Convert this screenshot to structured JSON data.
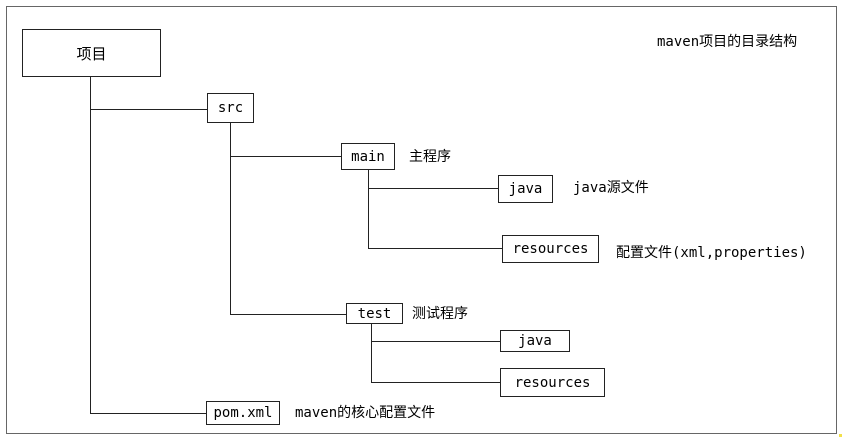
{
  "title": "maven项目的目录结构",
  "nodes": {
    "project": "项目",
    "src": "src",
    "main": "main",
    "main_java": "java",
    "main_resources": "resources",
    "test": "test",
    "test_java": "java",
    "test_resources": "resources",
    "pom": "pom.xml"
  },
  "annotations": {
    "main": "主程序",
    "main_java": "java源文件",
    "main_resources": "配置文件(xml,properties)",
    "test": "测试程序",
    "pom": "maven的核心配置文件"
  }
}
